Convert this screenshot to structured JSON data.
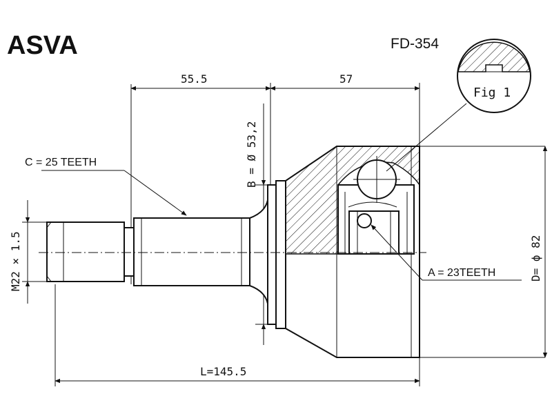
{
  "brand": "ASVA",
  "part_number": "FD-354",
  "figure_label": "Fig 1",
  "dimensions": {
    "stem_length": "55.5",
    "bell_length": "57",
    "total_length": "L=145.5",
    "thread": "M22 × 1.5",
    "seat_diameter": "B = Ø 53,2",
    "outer_diameter": "D= ϕ 82"
  },
  "labels": {
    "outer_teeth": "C = 25 TEETH",
    "inner_teeth": "A = 23TEETH"
  }
}
